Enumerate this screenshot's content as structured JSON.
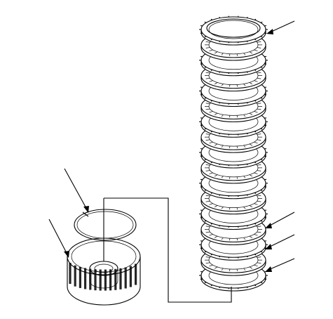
{
  "figure": {
    "callout_count": 6,
    "clutch_pack": {
      "plate_count": 17,
      "plate_types": [
        "steel-plate",
        "friction-plate"
      ],
      "top_component": "pressure-plate"
    },
    "drum_assembly": {
      "components": [
        "snap-ring",
        "clutch-drum"
      ]
    }
  }
}
